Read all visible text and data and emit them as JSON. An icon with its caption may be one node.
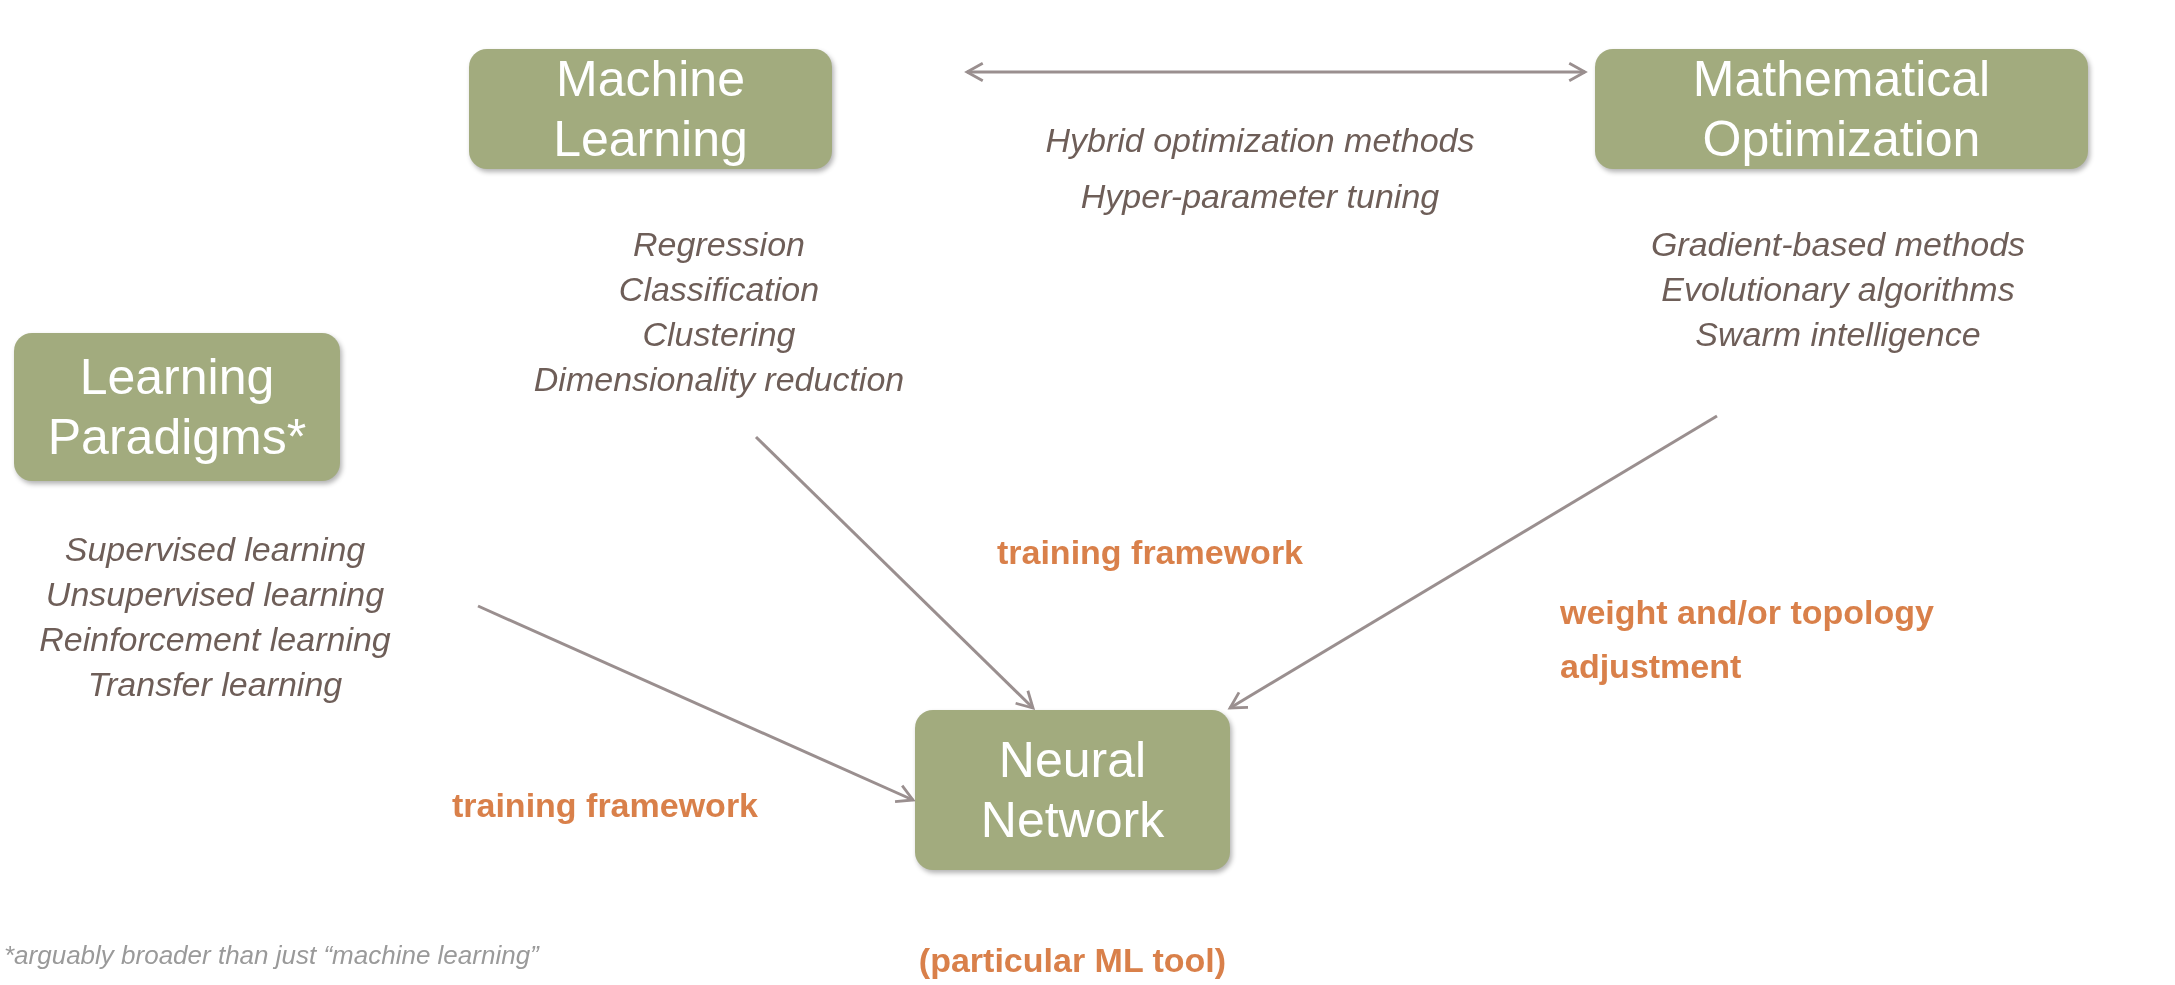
{
  "diagram": {
    "nodes": [
      {
        "text": [
          "Machine Learning"
        ],
        "beside": [
          "Regression",
          "Classification",
          "Clustering",
          "Dimensionality reduction"
        ]
      },
      {
        "text": [
          "Mathematical Optimization"
        ],
        "beside": [
          "Gradient-based methods",
          "Evolutionary algorithms",
          "Swarm intelligence"
        ]
      },
      {
        "text": [
          "Learning Paradigms*"
        ],
        "beside": [
          "Supervised learning",
          "Unsupervised learning",
          "Reinforcement learning",
          "Transfer learning"
        ]
      },
      {
        "text": [
          "Neural Network"
        ],
        "beside": [
          "(particular ML tool)"
        ]
      }
    ],
    "edges": [
      {
        "from": 0,
        "to": 1,
        "arrow": "both",
        "label": "Hybrid optimization methods Hyper-parameter tuning"
      },
      {
        "from": 0,
        "to": 3,
        "arrow": "to",
        "label": "training framework"
      },
      {
        "from": 2,
        "to": 3,
        "arrow": "to",
        "label": "training framework"
      },
      {
        "from": 1,
        "to": 3,
        "arrow": "to",
        "label": "weight and/or topology adjustment"
      }
    ],
    "labels": [
      "*arguably broader than just “machine learning”"
    ]
  }
}
